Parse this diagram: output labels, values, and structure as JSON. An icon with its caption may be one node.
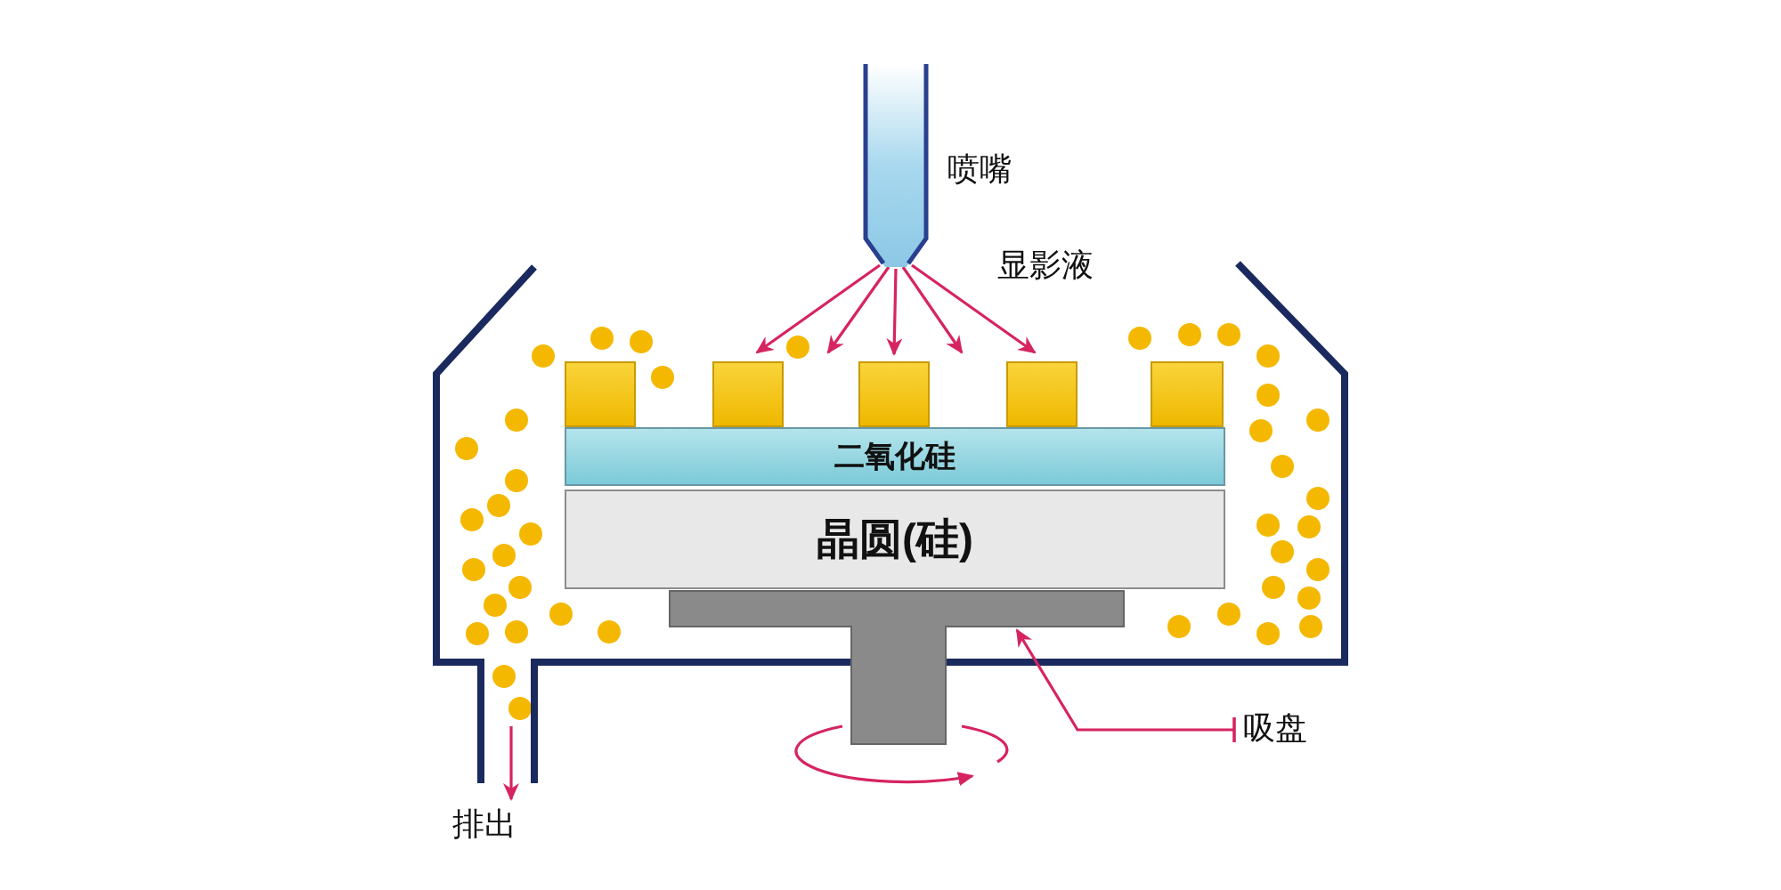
{
  "diagram": {
    "nodes": [
      {
        "text": [],
        "shape": "picture",
        "beside": [
          "喷嘴"
        ]
      },
      {
        "text": [],
        "shape": "box"
      },
      {
        "text": [],
        "shape": "box"
      },
      {
        "text": [],
        "shape": "box"
      },
      {
        "text": [],
        "shape": "box"
      },
      {
        "text": [],
        "shape": "box"
      },
      {
        "text": [
          "二氧化硅"
        ]
      },
      {
        "text": [
          "晶圆(硅)"
        ]
      },
      {
        "text": [],
        "shape": "picture"
      },
      {
        "text": [
          "吸盘"
        ]
      },
      {
        "text": [
          "排出"
        ]
      }
    ],
    "edges": [
      {
        "from": 0,
        "to": 2,
        "arrow": "to"
      },
      {
        "from": 0,
        "to": 3,
        "arrow": "to"
      },
      {
        "from": 0,
        "to": 3,
        "arrow": "to"
      },
      {
        "from": 0,
        "to": 3,
        "arrow": "to"
      },
      {
        "from": 0,
        "to": 4,
        "arrow": "to"
      },
      {
        "from": 9,
        "to": 8,
        "arrow": "to"
      },
      {
        "from": null,
        "to": 10,
        "arrow": "to"
      }
    ],
    "labels": [
      "显影液"
    ]
  }
}
